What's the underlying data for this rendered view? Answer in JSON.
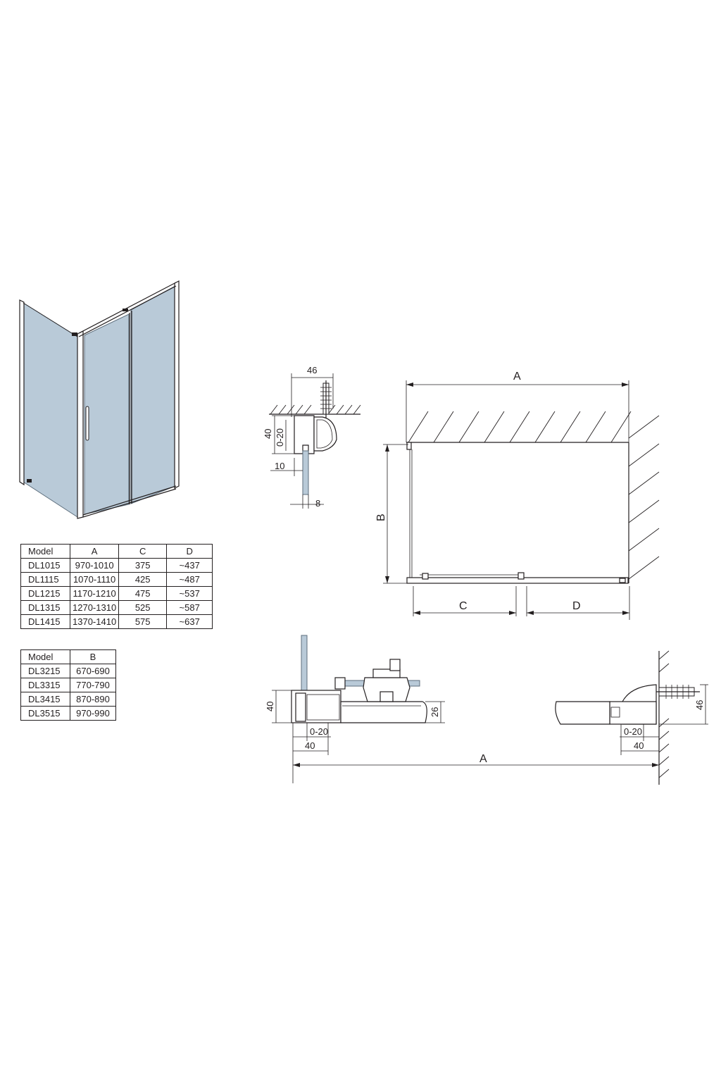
{
  "table_dims": {
    "headers": [
      "Model",
      "A",
      "C",
      "D"
    ],
    "rows": [
      [
        "DL1015",
        "970-1010",
        "375",
        "~437"
      ],
      [
        "DL1115",
        "1070-1110",
        "425",
        "~487"
      ],
      [
        "DL1215",
        "1170-1210",
        "475",
        "~537"
      ],
      [
        "DL1315",
        "1270-1310",
        "525",
        "~587"
      ],
      [
        "DL1415",
        "1370-1410",
        "575",
        "~637"
      ]
    ]
  },
  "table_b": {
    "headers": [
      "Model",
      "B"
    ],
    "rows": [
      [
        "DL3215",
        "670-690"
      ],
      [
        "DL3315",
        "770-790"
      ],
      [
        "DL3415",
        "870-890"
      ],
      [
        "DL3515",
        "970-990"
      ]
    ]
  },
  "profile_detail": {
    "width_46": "46",
    "height_40": "40",
    "adjust_0_20": "0-20",
    "offset_10": "10",
    "glass_8": "8"
  },
  "plan_view": {
    "label_a": "A",
    "label_b": "B",
    "label_c": "C",
    "label_d": "D"
  },
  "section_view": {
    "height_40": "40",
    "adjust_left": "0-20",
    "width_left": "40",
    "rail_26": "26",
    "label_a": "A",
    "height_46": "46",
    "adjust_right": "0-20",
    "width_right": "40"
  },
  "colors": {
    "glass": "#b9cad8",
    "line": "#231f20"
  }
}
